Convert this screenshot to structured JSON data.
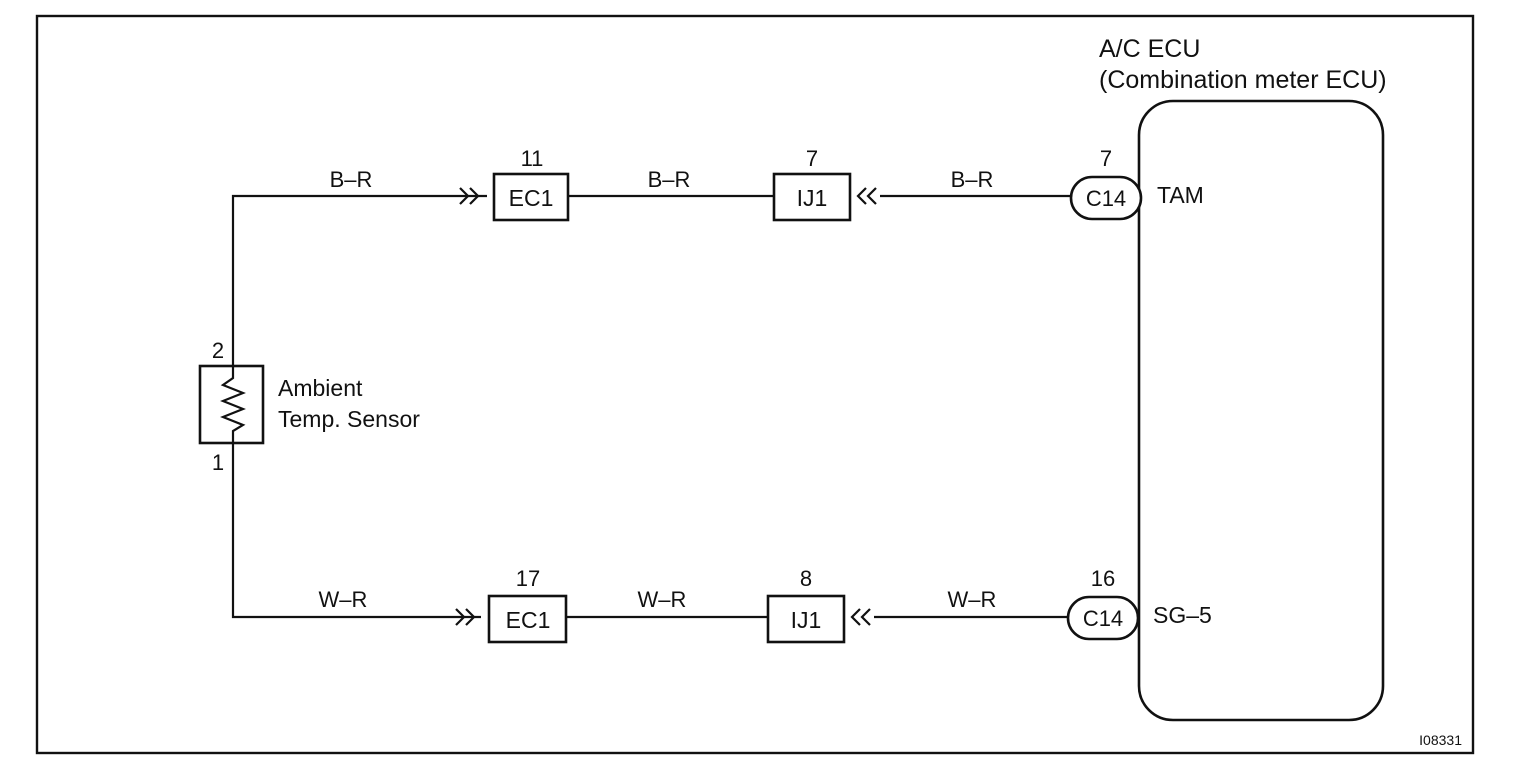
{
  "ecu": {
    "title_line1": "A/C ECU",
    "title_line2": "(Combination meter ECU)",
    "terminal_top": "TAM",
    "terminal_bottom": "SG–5"
  },
  "sensor": {
    "label_line1": "Ambient",
    "label_line2": "Temp. Sensor",
    "pin_top": "2",
    "pin_bottom": "1"
  },
  "top_circuit": {
    "wire_color_1": "B–R",
    "wire_color_2": "B–R",
    "wire_color_3": "B–R",
    "conn1_name": "EC1",
    "conn1_pin": "11",
    "conn2_name": "IJ1",
    "conn2_pin": "7",
    "ecu_conn_name": "C14",
    "ecu_conn_pin": "7"
  },
  "bottom_circuit": {
    "wire_color_1": "W–R",
    "wire_color_2": "W–R",
    "wire_color_3": "W–R",
    "conn1_name": "EC1",
    "conn1_pin": "17",
    "conn2_name": "IJ1",
    "conn2_pin": "8",
    "ecu_conn_name": "C14",
    "ecu_conn_pin": "16"
  },
  "figure_id": "I08331"
}
